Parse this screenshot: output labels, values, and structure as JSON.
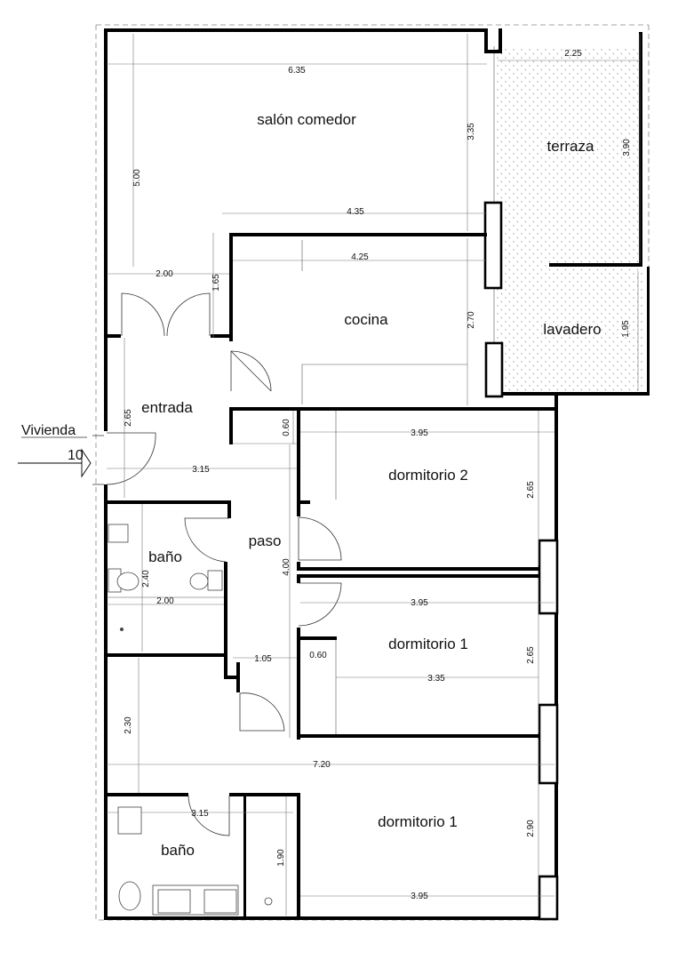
{
  "unit": {
    "name": "Vivienda",
    "number": "10"
  },
  "rooms": {
    "salon": "salón comedor",
    "terraza": "terraza",
    "cocina": "cocina",
    "lavadero": "lavadero",
    "entrada": "entrada",
    "dormitorio2": "dormitorio 2",
    "paso": "paso",
    "bano1": "baño",
    "dormitorio1a": "dormitorio 1",
    "dormitorio1b": "dormitorio 1",
    "bano2": "baño"
  },
  "dimensions": {
    "salon_width": "6.35",
    "salon_height": "5.00",
    "salon_right_height": "3.35",
    "terraza_width": "2.25",
    "terraza_height": "3.90",
    "salon_mid": "4.35",
    "cocina_width": "4.25",
    "entrada_width": "2.00",
    "entrada_v": "1.65",
    "cocina_height": "2.70",
    "lavadero_height": "1.95",
    "entrada_height": "2.65",
    "paso_top": "0.60",
    "dorm2_width": "3.95",
    "hall_width": "3.15",
    "dorm2_height": "2.65",
    "bano1_height": "2.40",
    "paso_height": "4.00",
    "dorm1a_width": "3.95",
    "bano1_width": "2.00",
    "dorm1a_height": "2.65",
    "paso_w": "1.05",
    "paso_w2": "0.60",
    "dorm1a_inner": "3.35",
    "corridor_height": "2.30",
    "total_width": "7.20",
    "bano2_width": "3.15",
    "dorm1b_height": "2.90",
    "bano2_height": "1.90",
    "dorm1b_width": "3.95"
  },
  "colors": {
    "wall": "#000000",
    "hatch": "#9a9a9a"
  }
}
